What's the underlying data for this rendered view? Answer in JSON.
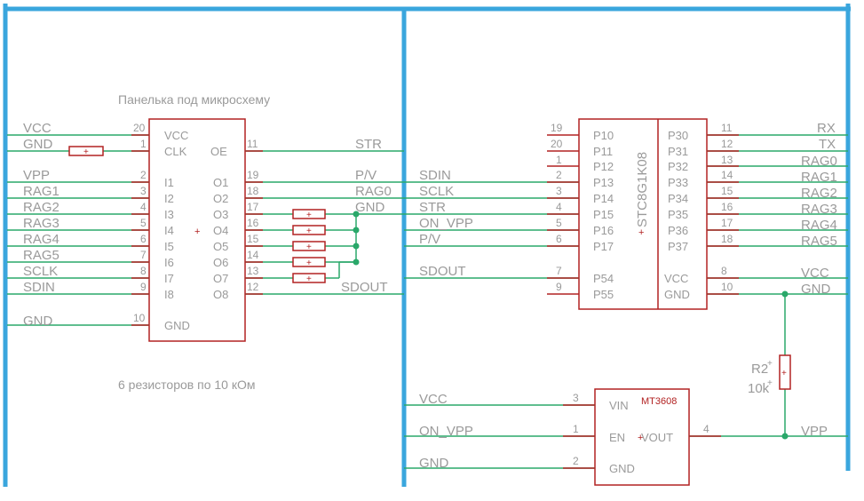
{
  "notes": {
    "socket_title": "Панелька под микросхему",
    "resistor_note": "6 резисторов по 10 кОм"
  },
  "socket": {
    "left_pins": [
      {
        "net": "VCC",
        "num": "20",
        "name": "VCC"
      },
      {
        "net": "GND",
        "num": "1",
        "name": "CLK"
      },
      {
        "net": "VPP",
        "num": "2",
        "name": "I1"
      },
      {
        "net": "RAG1",
        "num": "3",
        "name": "I2"
      },
      {
        "net": "RAG2",
        "num": "4",
        "name": "I3"
      },
      {
        "net": "RAG3",
        "num": "5",
        "name": "I4"
      },
      {
        "net": "RAG4",
        "num": "6",
        "name": "I5"
      },
      {
        "net": "RAG5",
        "num": "7",
        "name": "I6"
      },
      {
        "net": "SCLK",
        "num": "8",
        "name": "I7"
      },
      {
        "net": "SDIN",
        "num": "9",
        "name": "I8"
      },
      {
        "net": "GND",
        "num": "10",
        "name": "GND"
      }
    ],
    "right_pins": [
      {
        "net": "STR",
        "num": "11",
        "name": "OE"
      },
      {
        "net": "P/V",
        "num": "19",
        "name": "O1"
      },
      {
        "net": "RAG0",
        "num": "18",
        "name": "O2"
      },
      {
        "net": "GND",
        "num": "17",
        "name": "O3"
      },
      {
        "net": "",
        "num": "16",
        "name": "O4"
      },
      {
        "net": "",
        "num": "15",
        "name": "O5"
      },
      {
        "net": "",
        "num": "14",
        "name": "O6"
      },
      {
        "net": "",
        "num": "13",
        "name": "O7"
      },
      {
        "net": "SDOUT",
        "num": "12",
        "name": "O8"
      }
    ]
  },
  "mcu": {
    "name": "STC8G1K08",
    "left_pins": [
      {
        "net": "",
        "num": "19",
        "name": "P10"
      },
      {
        "net": "",
        "num": "20",
        "name": "P11"
      },
      {
        "net": "",
        "num": "1",
        "name": "P12"
      },
      {
        "net": "SDIN",
        "num": "2",
        "name": "P13"
      },
      {
        "net": "SCLK",
        "num": "3",
        "name": "P14"
      },
      {
        "net": "STR",
        "num": "4",
        "name": "P15"
      },
      {
        "net": "ON_VPP",
        "num": "5",
        "name": "P16"
      },
      {
        "net": "P/V",
        "num": "6",
        "name": "P17"
      },
      {
        "net": "SDOUT",
        "num": "7",
        "name": "P54"
      },
      {
        "net": "",
        "num": "9",
        "name": "P55"
      }
    ],
    "right_pins": [
      {
        "net": "RX",
        "num": "11",
        "name": "P30"
      },
      {
        "net": "TX",
        "num": "12",
        "name": "P31"
      },
      {
        "net": "RAG0",
        "num": "13",
        "name": "P32"
      },
      {
        "net": "RAG1",
        "num": "14",
        "name": "P33"
      },
      {
        "net": "RAG2",
        "num": "15",
        "name": "P34"
      },
      {
        "net": "RAG3",
        "num": "16",
        "name": "P35"
      },
      {
        "net": "RAG4",
        "num": "17",
        "name": "P36"
      },
      {
        "net": "RAG5",
        "num": "18",
        "name": "P37"
      },
      {
        "net": "VCC",
        "num": "8",
        "name": "VCC"
      },
      {
        "net": "GND",
        "num": "10",
        "name": "GND"
      }
    ]
  },
  "boost": {
    "name": "MT3608",
    "left_pins": [
      {
        "net": "VCC",
        "num": "3",
        "name": "VIN"
      },
      {
        "net": "ON_VPP",
        "num": "1",
        "name": "EN"
      },
      {
        "net": "GND",
        "num": "2",
        "name": "GND"
      }
    ],
    "right_pins": [
      {
        "net": "VPP",
        "num": "4",
        "name": "VOUT"
      }
    ]
  },
  "resistor_r2": {
    "ref": "R2",
    "value": "10k"
  },
  "colors": {
    "bus": "#3aa6dd",
    "wire": "#2aa86a",
    "part": "#b22222",
    "text": "#9a9a9a"
  }
}
